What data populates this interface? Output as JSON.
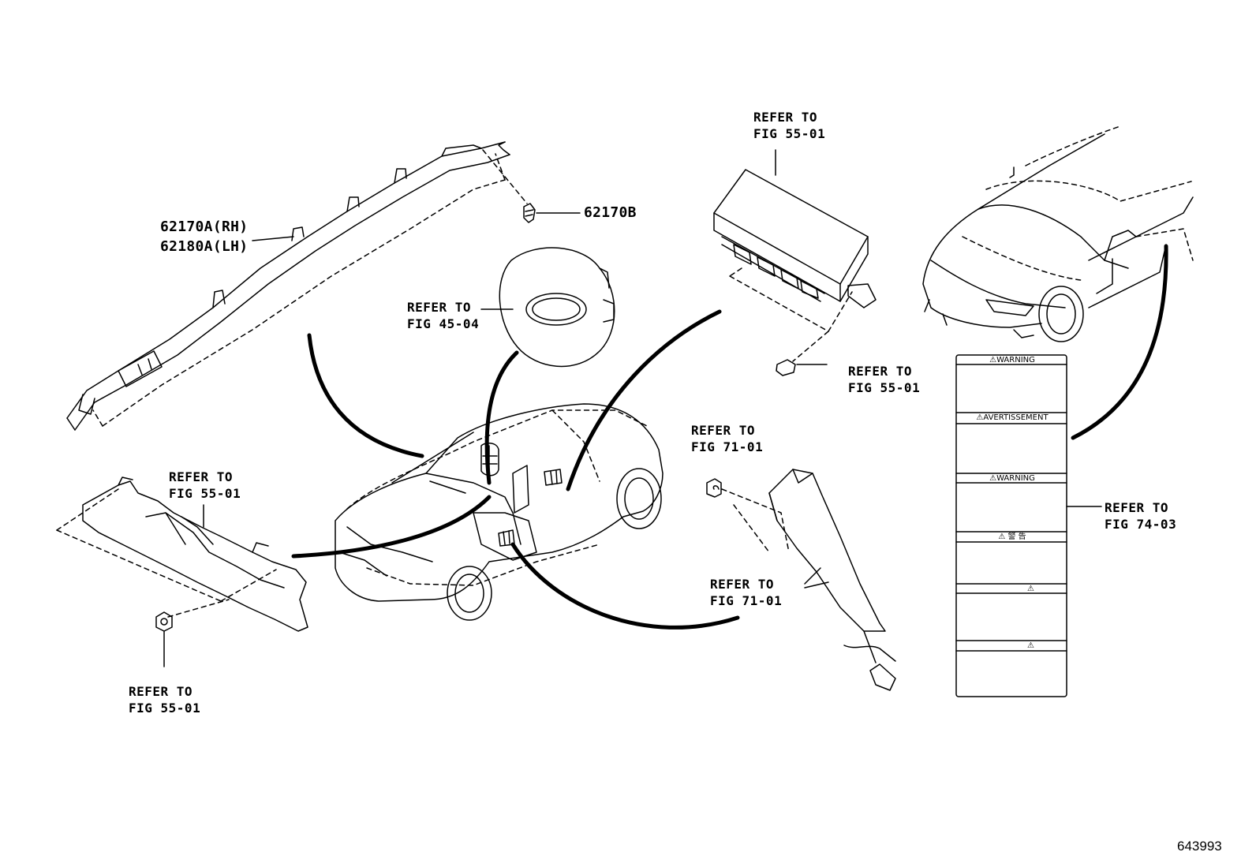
{
  "parts": {
    "curtain_airbag_rh": "62170A(RH)",
    "curtain_airbag_lh": "62180A(LH)",
    "curtain_bolt": "62170B"
  },
  "refs": {
    "steering_pad": {
      "line1": "REFER TO",
      "line2": "FIG 45-04"
    },
    "center_unit": {
      "line1": "REFER TO",
      "line2": "FIG 55-01"
    },
    "center_unit_bolt": {
      "line1": "REFER TO",
      "line2": "FIG 55-01"
    },
    "knee_airbag": {
      "line1": "REFER TO",
      "line2": "FIG 55-01"
    },
    "knee_airbag_nut": {
      "line1": "REFER TO",
      "line2": "FIG 55-01"
    },
    "side_airbag_nut": {
      "line1": "REFER TO",
      "line2": "FIG 71-01"
    },
    "side_airbag": {
      "line1": "REFER TO",
      "line2": "FIG 71-01"
    },
    "warning_label": {
      "line1": "REFER TO",
      "line2": "FIG 74-03"
    }
  },
  "warning_label": {
    "headers": [
      "WARNING",
      "AVERTISSEMENT",
      "WARNING",
      "警 告",
      "",
      ""
    ]
  },
  "diagram_id": "643993"
}
